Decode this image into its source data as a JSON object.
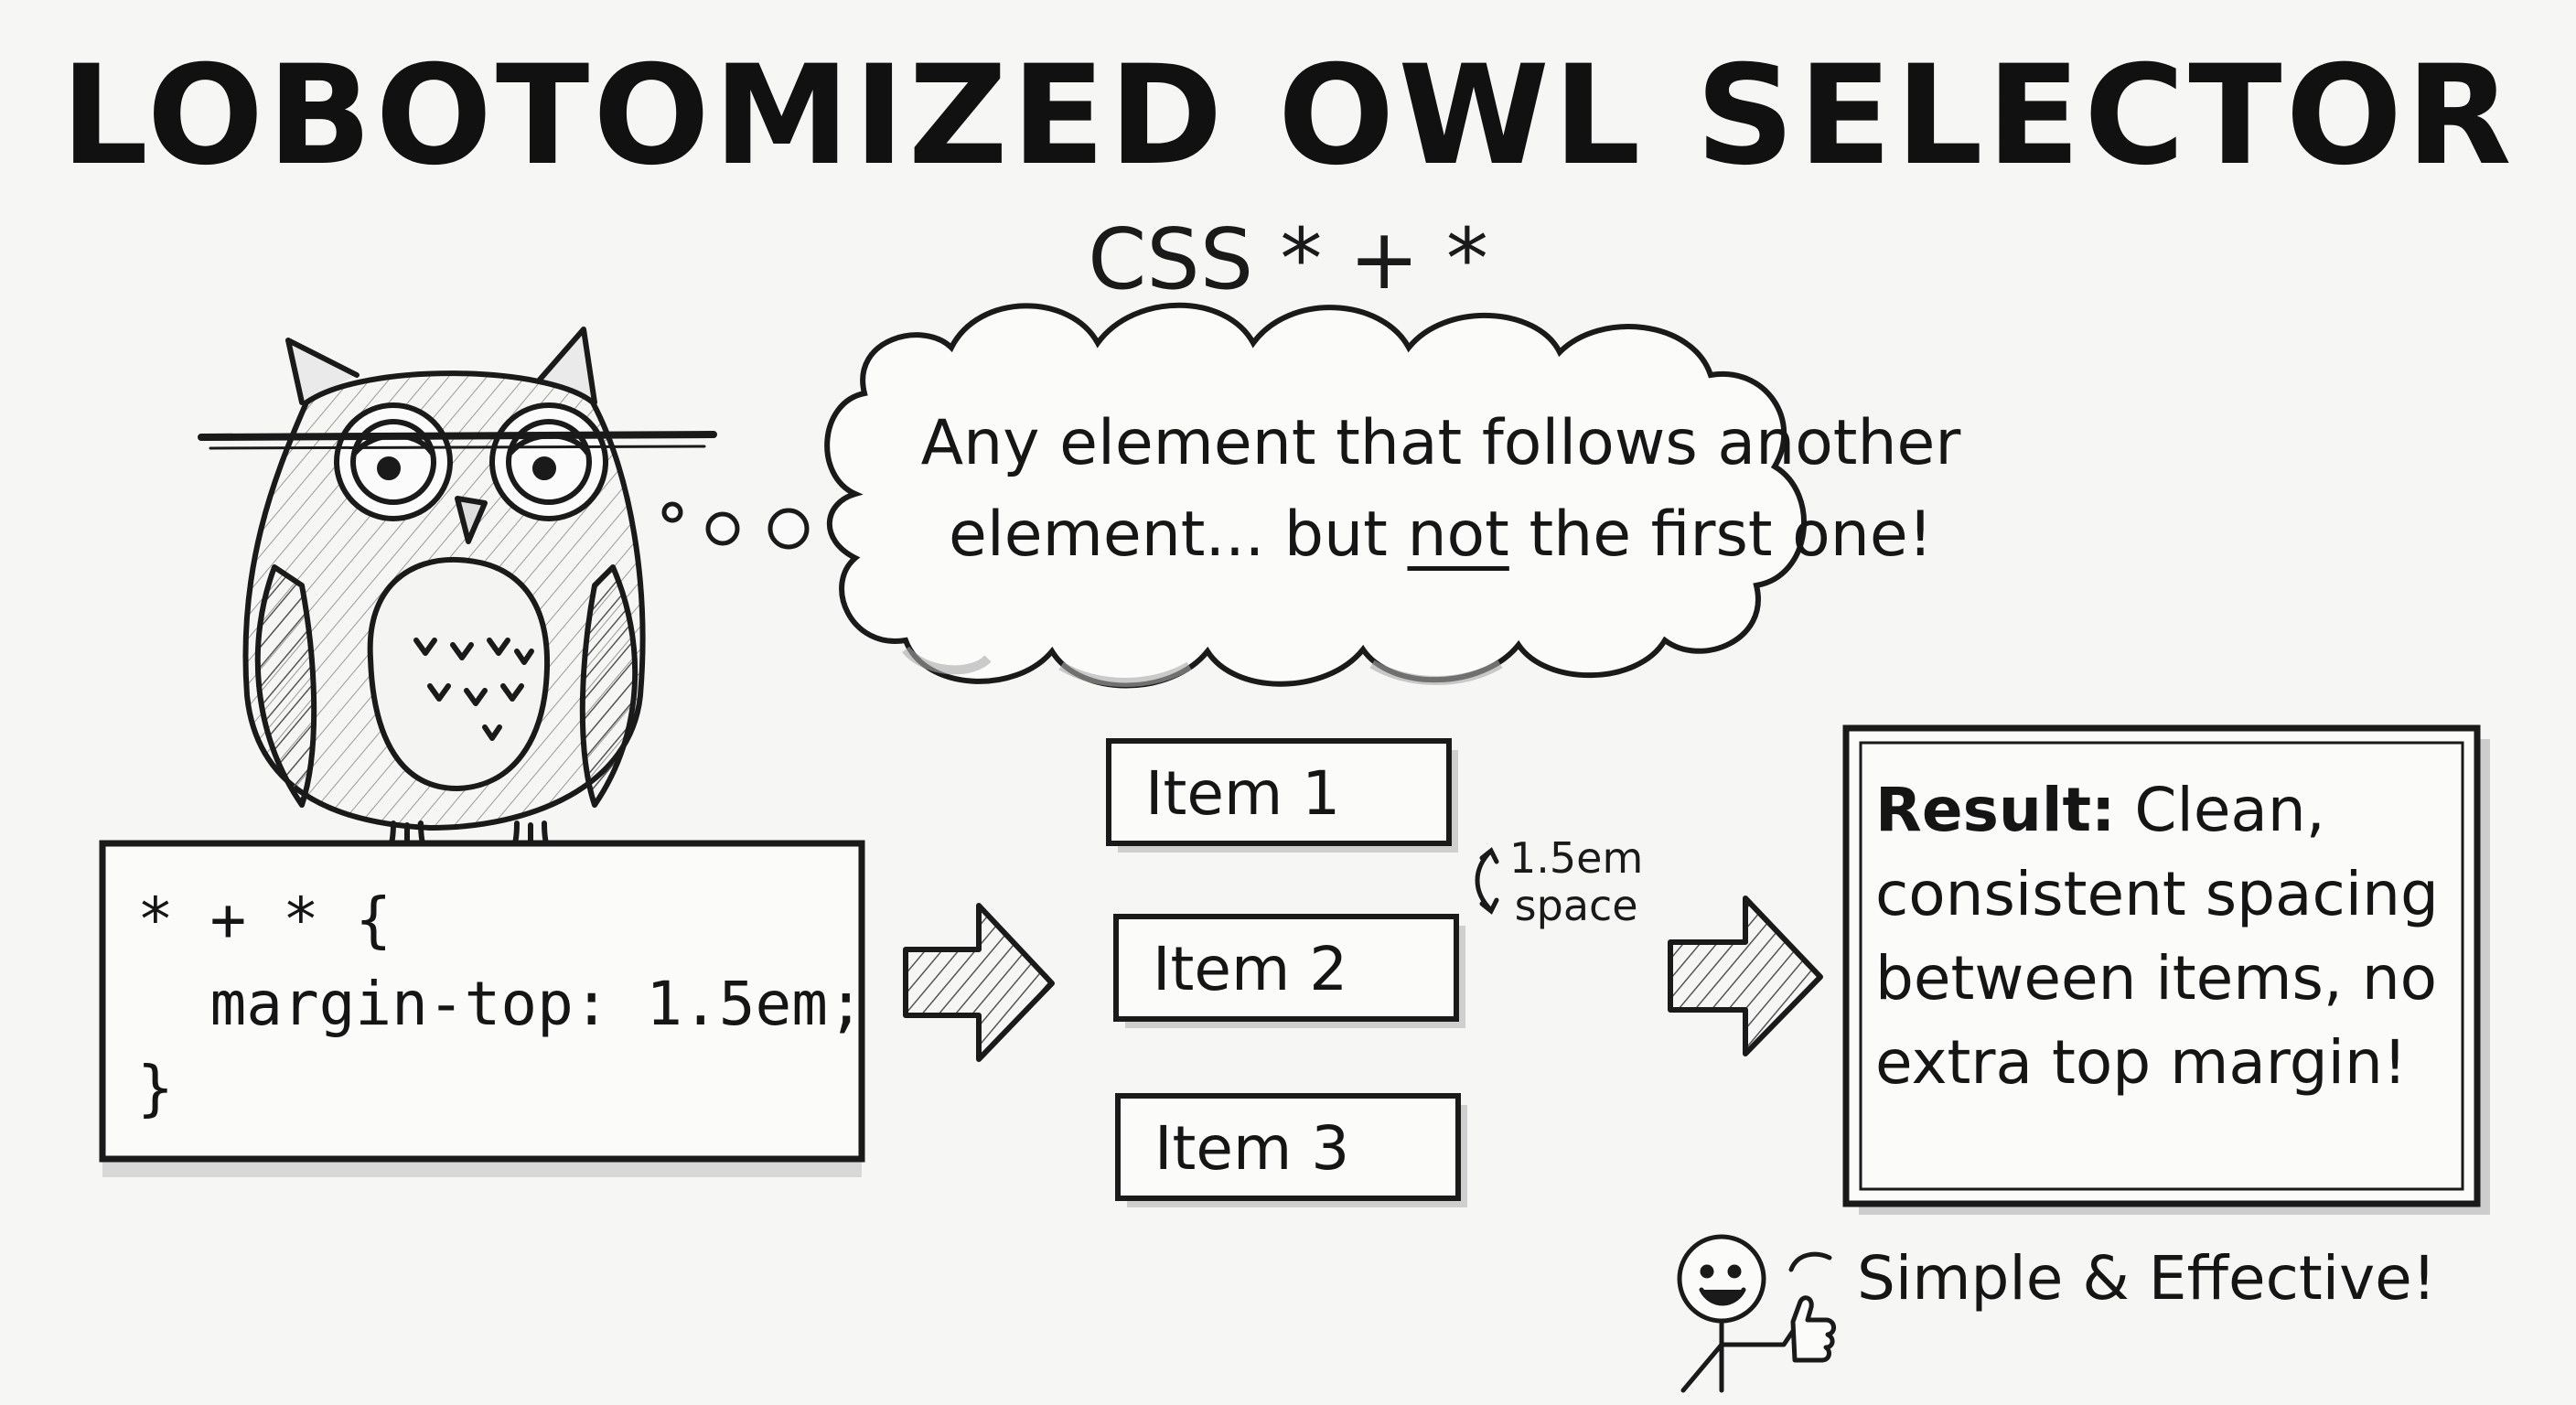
{
  "title": "LOBOTOMIZED OWL SELECTOR",
  "subtitle": "CSS * + *",
  "thought": {
    "line1": "Any element that follows another",
    "line2_pre": "element... but ",
    "line2_emph": "not",
    "line2_post": " the first one!"
  },
  "code": {
    "line1": "* + * {",
    "line2": "  margin-top: 1.5em;",
    "line3": "}"
  },
  "items": [
    "Item 1",
    "Item 2",
    "Item 3"
  ],
  "spacing": {
    "value": "1.5em",
    "label": "space"
  },
  "result": {
    "heading": "Result:",
    "text": " Clean, consistent spacing between items, no extra top margin!"
  },
  "footer": "Simple & Effective!"
}
